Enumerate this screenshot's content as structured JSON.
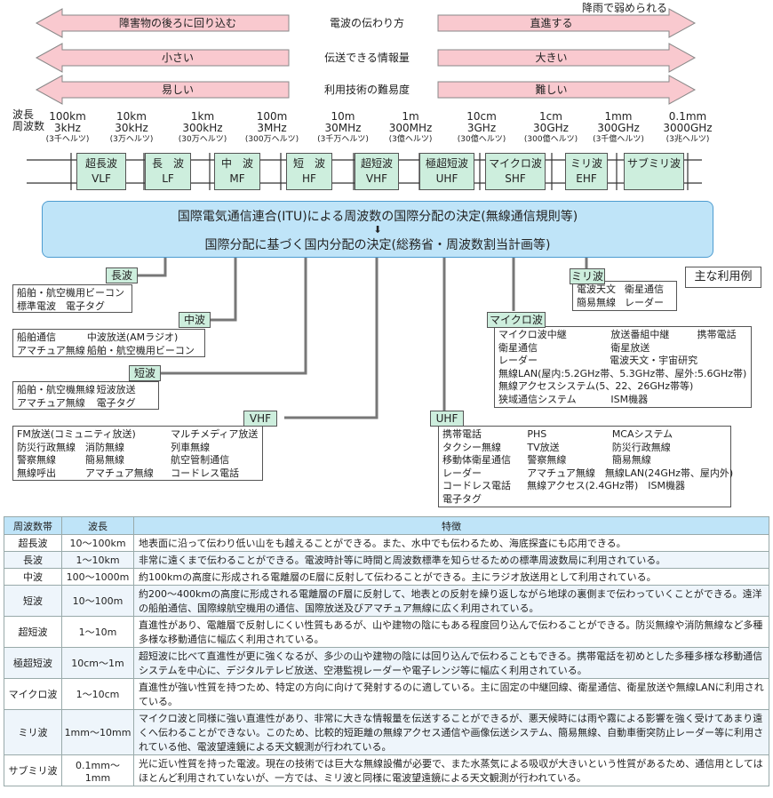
{
  "arrows": [
    {
      "left": "障害物の後ろに回り込む",
      "mid": "電波の伝わり方",
      "right": "直進する"
    },
    {
      "left": "小さい",
      "mid": "伝送できる情報量",
      "right": "大きい"
    },
    {
      "left": "易しい",
      "mid": "利用技術の難易度",
      "right": "難しい"
    }
  ],
  "rain_note": "降雨で弱められる",
  "scale_labels": {
    "wavelength": "波長",
    "frequency": "周波数"
  },
  "scale": [
    {
      "wl": "100km",
      "f": "3kHz",
      "n": "(3千ヘルツ)"
    },
    {
      "wl": "10km",
      "f": "30kHz",
      "n": "(3万ヘルツ)"
    },
    {
      "wl": "1km",
      "f": "300kHz",
      "n": "(30万ヘルツ)"
    },
    {
      "wl": "100m",
      "f": "3MHz",
      "n": "(300万ヘルツ)"
    },
    {
      "wl": "10m",
      "f": "30MHz",
      "n": "(3千万ヘルツ)"
    },
    {
      "wl": "1m",
      "f": "300MHz",
      "n": "(3億ヘルツ)"
    },
    {
      "wl": "10cm",
      "f": "3GHz",
      "n": "(30億ヘルツ)"
    },
    {
      "wl": "1cm",
      "f": "30GHz",
      "n": "(300億ヘルツ)"
    },
    {
      "wl": "1mm",
      "f": "300GHz",
      "n": "(3千億ヘルツ)"
    },
    {
      "wl": "0.1mm",
      "f": "3000GHz",
      "n": "(3兆ヘルツ)"
    }
  ],
  "bands": [
    {
      "jp": "超長波",
      "en": "VLF"
    },
    {
      "jp": "長　波",
      "en": "LF"
    },
    {
      "jp": "中　波",
      "en": "MF"
    },
    {
      "jp": "短　波",
      "en": "HF"
    },
    {
      "jp": "超短波",
      "en": "VHF"
    },
    {
      "jp": "極超短波",
      "en": "UHF"
    },
    {
      "jp": "マイクロ波",
      "en": "SHF"
    },
    {
      "jp": "ミリ波",
      "en": "EHF"
    },
    {
      "jp": "サブミリ波",
      "en": ""
    }
  ],
  "itu": {
    "line1": "国際電気通信連合(ITU)による周波数の国際分配の決定(無線通信規則等)",
    "arrow": "⬇",
    "line2": "国際分配に基づく国内分配の決定(総務省・周波数割当計画等)"
  },
  "main_use_label": "主な利用例",
  "uses": {
    "lf": {
      "tag": "長波",
      "rows": [
        [
          "船舶・航空機用ビーコン"
        ],
        [
          "標準電波　電子タグ"
        ]
      ]
    },
    "mf": {
      "tag": "中波",
      "rows": [
        [
          "船舶通信",
          "中波放送(AMラジオ)"
        ],
        [
          "アマチュア無線",
          "船舶・航空機用ビーコン"
        ]
      ]
    },
    "hf": {
      "tag": "短波",
      "rows": [
        [
          "船舶・航空機無線",
          "短波放送"
        ],
        [
          "アマチュア無線",
          "電子タグ"
        ]
      ]
    },
    "vhf": {
      "tag": "VHF",
      "rows": [
        [
          "FM放送(コミュニティ放送)",
          "マルチメディア放送"
        ],
        [
          "防災行政無線　消防無線",
          "列車無線"
        ],
        [
          "警察無線　　　簡易無線",
          "航空管制通信"
        ],
        [
          "無線呼出　　　アマチュア無線",
          "コードレス電話"
        ]
      ]
    },
    "ehf": {
      "tag": "ミリ波",
      "rows": [
        [
          "電波天文",
          "衛星通信"
        ],
        [
          "簡易無線",
          "レーダー"
        ]
      ]
    },
    "shf": {
      "tag": "マイクロ波",
      "rows": [
        [
          "マイクロ波中継",
          "放送番組中継",
          "携帯電話"
        ],
        [
          "衛星通信",
          "衛星放送",
          ""
        ],
        [
          "レーダー",
          "電波天文・宇宙研究",
          ""
        ],
        [
          "無線LAN(屋内:5.2GHz帯、5.3GHz帯、屋外:5.6GHz帯)"
        ],
        [
          "無線アクセスシステム(5、22、26GHz帯等)"
        ],
        [
          "狭域通信システム",
          "ISM機器",
          ""
        ]
      ]
    },
    "uhf": {
      "tag": "UHF",
      "rows": [
        [
          "携帯電話",
          "PHS",
          "MCAシステム"
        ],
        [
          "タクシー無線",
          "TV放送",
          "防災行政無線"
        ],
        [
          "移動体衛星通信",
          "警察無線",
          "簡易無線"
        ],
        [
          "レーダー",
          "アマチュア無線　無線LAN(24GHz帯、屋内外)",
          ""
        ],
        [
          "コードレス電話",
          "無線アクセス(2.4GHz帯)　ISM機器",
          ""
        ],
        [
          "電子タグ",
          "",
          ""
        ]
      ]
    }
  },
  "table": {
    "headers": [
      "周波数帯",
      "波長",
      "特徴"
    ],
    "rows": [
      [
        "超長波",
        "10〜100km",
        "地表面に沿って伝わり低い山をも越えることができる。また、水中でも伝わるため、海底探査にも応用できる。"
      ],
      [
        "長波",
        "1〜10km",
        "非常に遠くまで伝わることができる。電波時計等に時間と周波数標準を知らせるための標準周波数局に利用されている。"
      ],
      [
        "中波",
        "100〜1000m",
        "約100kmの高度に形成される電離層のE層に反射して伝わることができる。主にラジオ放送用として利用されている。"
      ],
      [
        "短波",
        "10〜100m",
        "約200〜400kmの高度に形成される電離層のF層に反射して、地表との反射を繰り返しながら地球の裏側まで伝わっていくことができる。遠洋の船舶通信、国際線航空機用の通信、国際放送及びアマチュア無線に広く利用されている。"
      ],
      [
        "超短波",
        "1〜10m",
        "直進性があり、電離層で反射しにくい性質もあるが、山や建物の陰にもある程度回り込んで伝わることができる。防災無線や消防無線など多種多様な移動通信に幅広く利用されている。"
      ],
      [
        "極超短波",
        "10cm〜1m",
        "超短波に比べて直進性が更に強くなるが、多少の山や建物の陰には回り込んで伝わることもできる。携帯電話を初めとした多種多様な移動通信システムを中心に、デジタルテレビ放送、空港監視レーダーや電子レンジ等に幅広く利用されている。"
      ],
      [
        "マイクロ波",
        "1〜10cm",
        "直進性が強い性質を持つため、特定の方向に向けて発射するのに適している。主に固定の中継回線、衛星通信、衛星放送や無線LANに利用されている。"
      ],
      [
        "ミリ波",
        "1mm〜10mm",
        "マイクロ波と同様に強い直進性があり、非常に大きな情報量を伝送することができるが、悪天候時には雨や霧による影響を強く受けてあまり遠くへ伝わることができない。このため、比較的短距離の無線アクセス通信や画像伝送システム、簡易無線、自動車衝突防止レーダー等に利用されている他、電波望遠鏡による天文観測が行われている。"
      ],
      [
        "サブミリ波",
        "0.1mm〜1mm",
        "光に近い性質を持った電波。現在の技術では巨大な無線設備が必要で、また水蒸気による吸収が大きいという性質があるため、通信用としてはほとんど利用されていないが、一方では、ミリ波と同様に電波望遠鏡による天文観測が行われている。"
      ]
    ]
  },
  "colors": {
    "arrow_fill": "#f9c9cf",
    "arrow_stroke": "#888",
    "band_fill": "#cdeedd",
    "itu_fill": "#bfe4f8",
    "table_header": "#bfe4f8"
  }
}
